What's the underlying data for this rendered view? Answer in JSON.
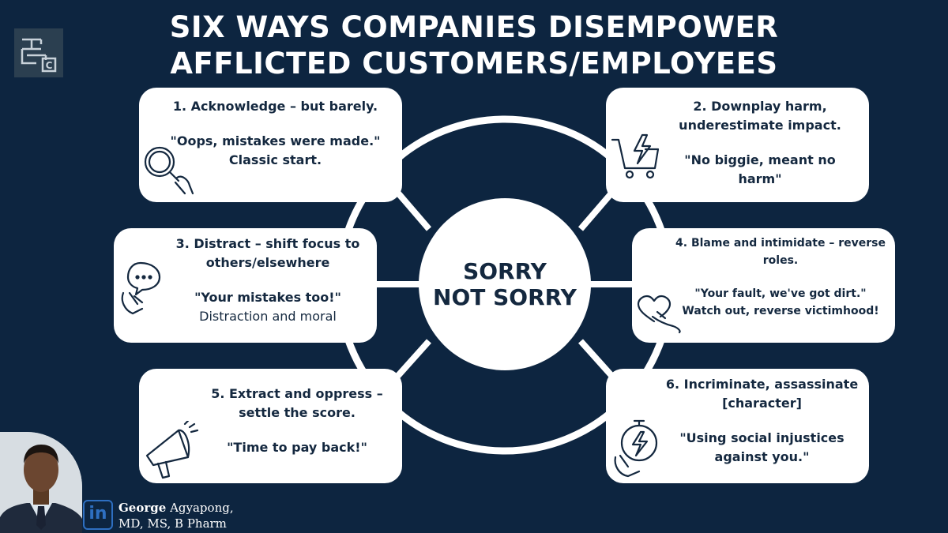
{
  "title": {
    "line1": "SIX WAYS COMPANIES DISEMPOWER",
    "line2": "AFFLICTED CUSTOMERS/EMPLOYEES"
  },
  "hub": {
    "line1": "SORRY",
    "line2": "NOT SORRY"
  },
  "cards": [
    {
      "heading": [
        "1. Acknowledge – but barely."
      ],
      "body": [
        "\"Oops, mistakes were made.\"",
        "Classic start."
      ],
      "icon": "magnifier-hand-icon"
    },
    {
      "heading": [
        "2. Downplay harm,",
        "underestimate impact."
      ],
      "body": [
        "\"No biggie, meant no harm\""
      ],
      "icon": "cart-lightning-icon"
    },
    {
      "heading": [
        "3. Distract – shift focus to",
        "others/elsewhere"
      ],
      "body": [
        "\"Your mistakes too!\""
      ],
      "note": "Distraction and moral",
      "icon": "chat-hand-icon"
    },
    {
      "heading": [
        "4. Blame and intimidate – reverse",
        "roles."
      ],
      "body": [
        "\"Your fault, we've got dirt.\"",
        "Watch out, reverse victimhood!"
      ],
      "icon": "heart-hand-icon"
    },
    {
      "heading": [
        "5. Extract and oppress –",
        "settle the score."
      ],
      "body": [
        "\"Time to pay back!\""
      ],
      "icon": "megaphone-icon"
    },
    {
      "heading": [
        "6. Incriminate, assassinate",
        "[character]"
      ],
      "body": [
        "\"Using social injustices",
        "against you.\""
      ],
      "icon": "stopwatch-lightning-icon"
    }
  ],
  "author": {
    "first_name": "George",
    "last_name": "Agyapong,",
    "credentials": "MD, MS, B Pharm",
    "linkedin_label": "in"
  },
  "colors": {
    "background": "#0d2540",
    "card": "#ffffff",
    "text": "#14283f",
    "ring": "#ffffff",
    "linkedin": "#2e6fc1"
  }
}
